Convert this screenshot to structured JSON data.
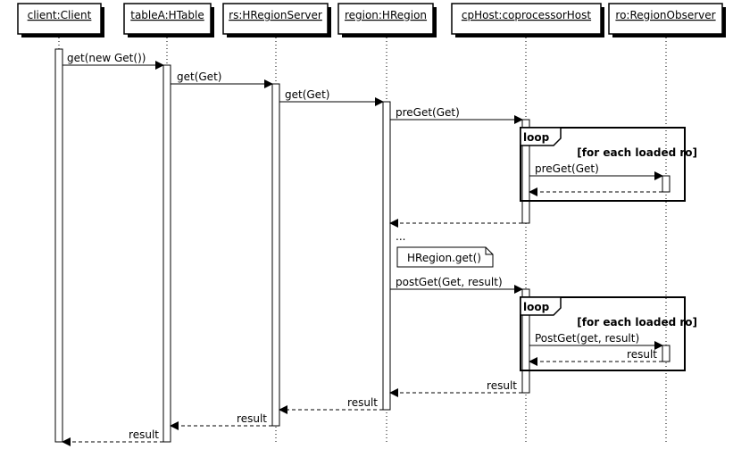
{
  "participants": [
    {
      "id": "client",
      "label": "client:Client"
    },
    {
      "id": "tableA",
      "label": "tableA:HTable"
    },
    {
      "id": "rs",
      "label": "rs:HRegionServer"
    },
    {
      "id": "region",
      "label": "region:HRegion"
    },
    {
      "id": "cpHost",
      "label": "cpHost:coprocessorHost"
    },
    {
      "id": "ro",
      "label": "ro:RegionObserver"
    }
  ],
  "messages": [
    {
      "label": "get(new Get())",
      "from": "client",
      "to": "tableA",
      "kind": "call"
    },
    {
      "label": "get(Get)",
      "from": "tableA",
      "to": "rs",
      "kind": "call"
    },
    {
      "label": "get(Get)",
      "from": "rs",
      "to": "region",
      "kind": "call"
    },
    {
      "label": "preGet(Get)",
      "from": "region",
      "to": "cpHost",
      "kind": "call"
    },
    {
      "label": "preGet(Get)",
      "from": "cpHost",
      "to": "ro",
      "kind": "call"
    },
    {
      "label": "",
      "from": "ro",
      "to": "cpHost",
      "kind": "return"
    },
    {
      "label": "",
      "from": "cpHost",
      "to": "region",
      "kind": "return"
    },
    {
      "label": "postGet(Get, result)",
      "from": "region",
      "to": "cpHost",
      "kind": "call"
    },
    {
      "label": "PostGet(get, result)",
      "from": "cpHost",
      "to": "ro",
      "kind": "call"
    },
    {
      "label": "result",
      "from": "ro",
      "to": "cpHost",
      "kind": "return"
    },
    {
      "label": "result",
      "from": "cpHost",
      "to": "region",
      "kind": "return"
    },
    {
      "label": "result",
      "from": "region",
      "to": "rs",
      "kind": "return"
    },
    {
      "label": "result",
      "from": "rs",
      "to": "tableA",
      "kind": "return"
    },
    {
      "label": "result",
      "from": "tableA",
      "to": "client",
      "kind": "return"
    }
  ],
  "fragments": [
    {
      "keyword": "loop",
      "guard": "[for each loaded ro]"
    },
    {
      "keyword": "loop",
      "guard": "[for each loaded ro]"
    }
  ],
  "ellipsis": "...",
  "note": "HRegion.get()"
}
